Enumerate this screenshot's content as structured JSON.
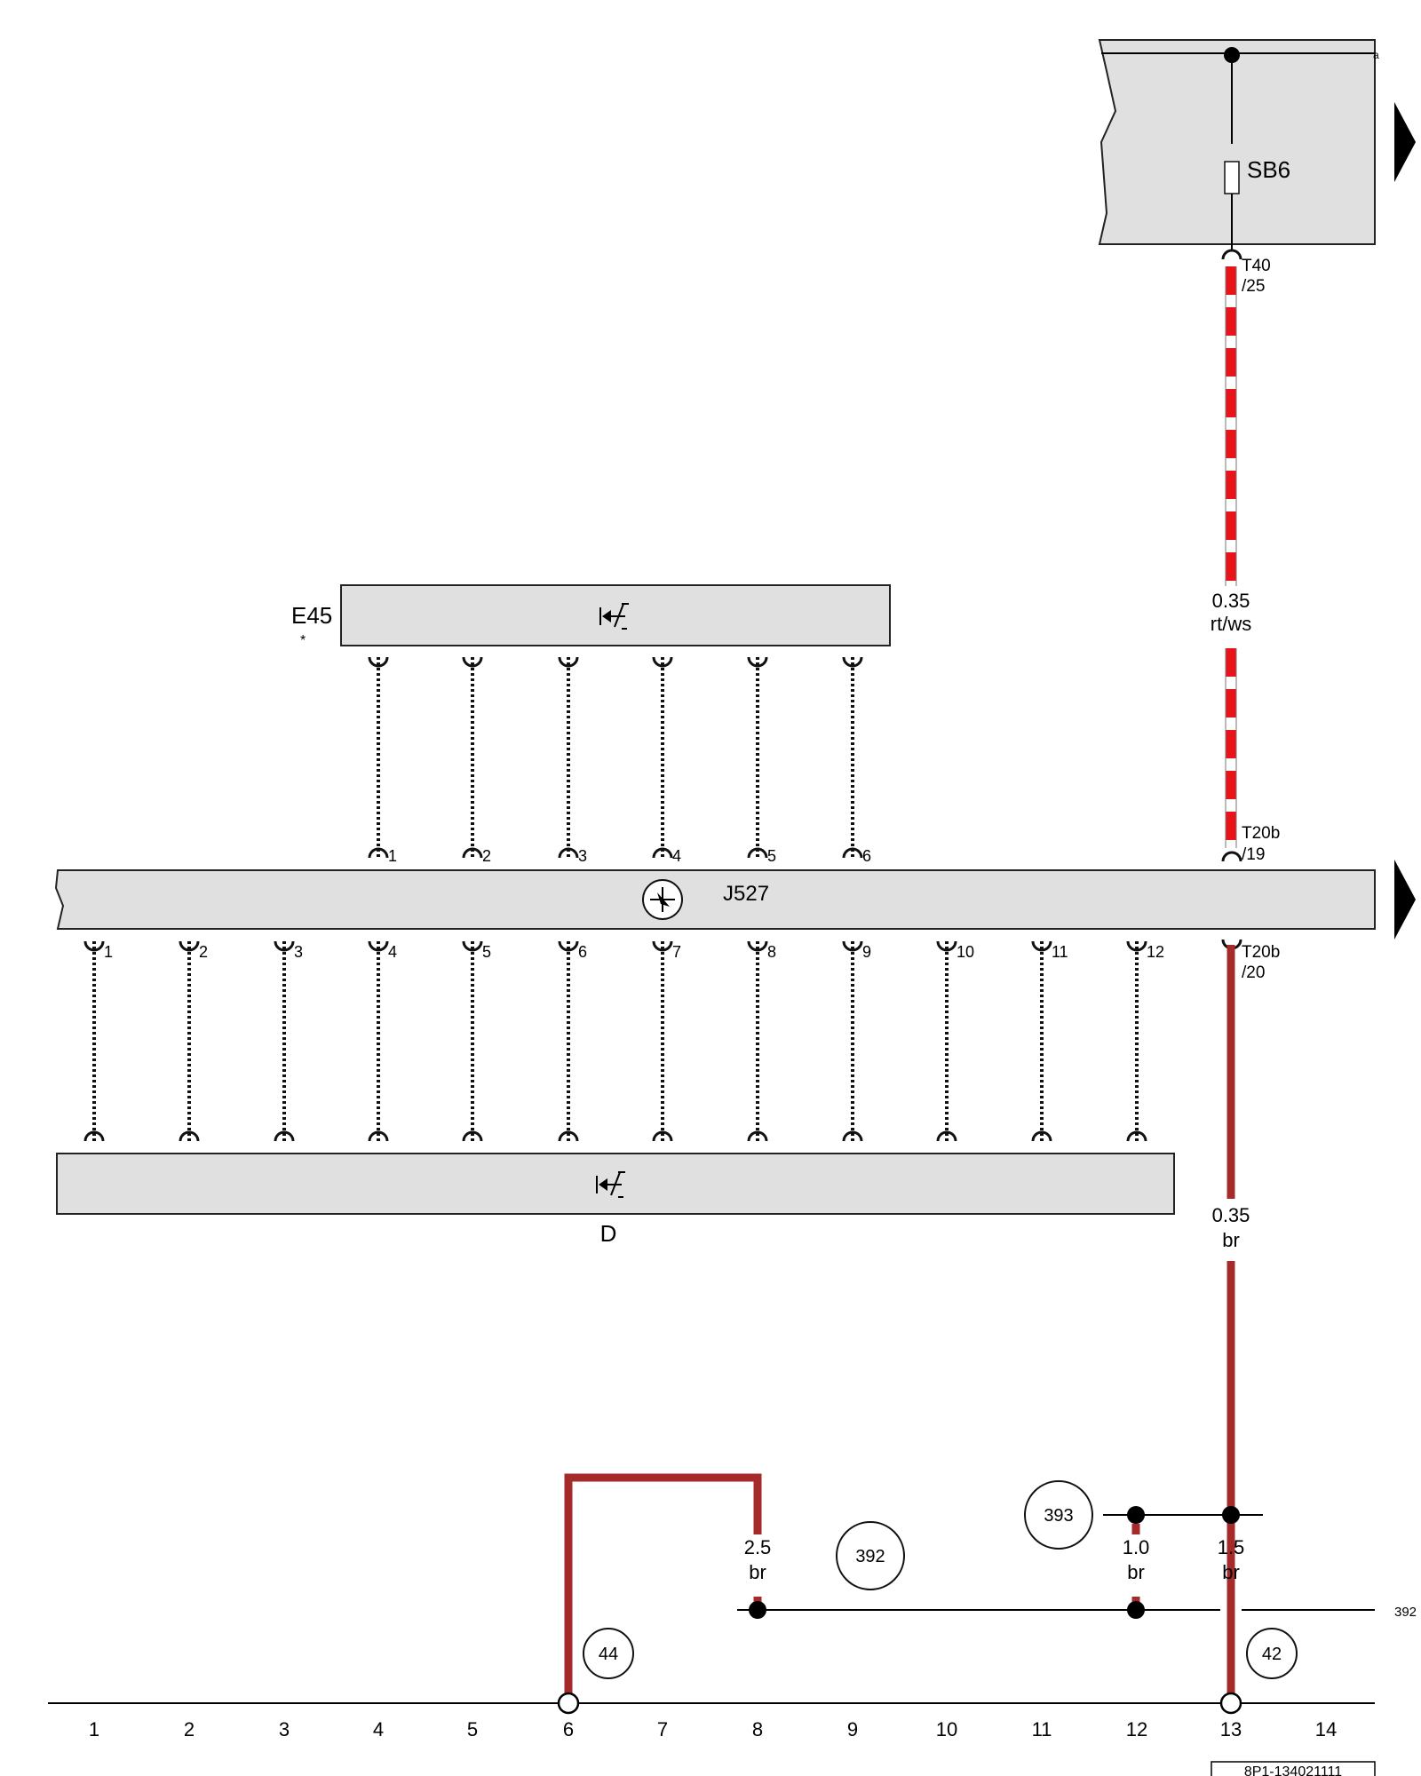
{
  "components": {
    "sb6": {
      "label": "SB6"
    },
    "e45": {
      "label": "E45",
      "note": "*"
    },
    "j527": {
      "label": "J527"
    },
    "d": {
      "label": "D"
    },
    "t40": {
      "label_top": "T40",
      "label_bottom": "/25"
    },
    "t20b_19": {
      "label_top": "T20b",
      "label_bottom": "/19"
    },
    "t20b_20": {
      "label_top": "T20b",
      "label_bottom": "/20"
    },
    "ref_a": {
      "label": "a"
    }
  },
  "pins": {
    "upper": [
      "1",
      "2",
      "3",
      "4",
      "5",
      "6"
    ],
    "lower": [
      "1",
      "2",
      "3",
      "4",
      "5",
      "6",
      "7",
      "8",
      "9",
      "10",
      "11",
      "12"
    ]
  },
  "wires": {
    "rt_ws": {
      "size": "0.35",
      "color_code": "rt/ws"
    },
    "br_upper": {
      "size": "0.35",
      "color_code": "br"
    },
    "br_25": {
      "size": "2.5",
      "color_code": "br"
    },
    "br_10": {
      "size": "1.0",
      "color_code": "br"
    },
    "br_15": {
      "size": "1.5",
      "color_code": "br"
    }
  },
  "ground_points": [
    "44",
    "392",
    "393",
    "42"
  ],
  "right_ref": "392",
  "track_numbers": [
    "1",
    "2",
    "3",
    "4",
    "5",
    "6",
    "7",
    "8",
    "9",
    "10",
    "11",
    "12",
    "13",
    "14"
  ],
  "drawing_number": "8P1-134021111",
  "colors": {
    "brown": "#a52a2a",
    "red": "#e8141a",
    "component_fill": "#e0e0e0"
  }
}
